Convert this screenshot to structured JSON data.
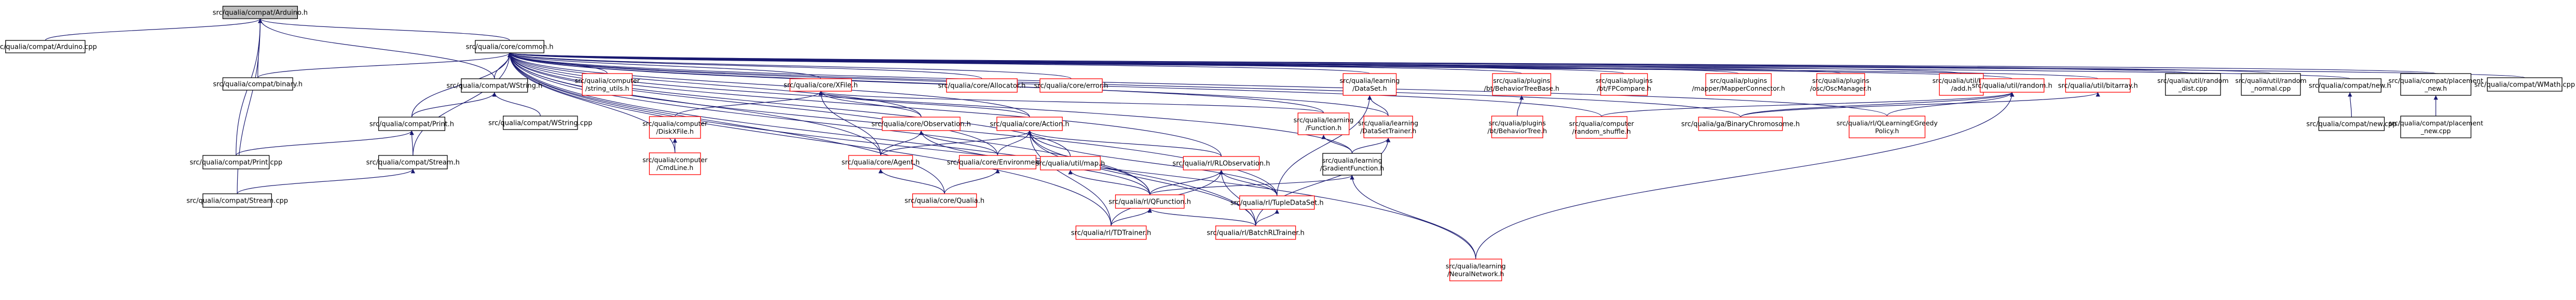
{
  "diagram": {
    "root": "src/qualia/compat/Arduino.h",
    "colors": {
      "edge": "#191970",
      "normal_border": "#000000",
      "truncated_border": "#ff0000",
      "root_fill": "#bfbfbf",
      "fill": "#ffffff"
    },
    "nodes": [
      {
        "id": "arduino_h",
        "label": "src/qualia/compat/Arduino.h",
        "kind": "root"
      },
      {
        "id": "arduino_cpp",
        "label": "src/qualia/compat/Arduino.cpp",
        "kind": "normal"
      },
      {
        "id": "common_h",
        "label": "src/qualia/core/common.h",
        "kind": "normal"
      },
      {
        "id": "binary_h",
        "label": "src/qualia/compat/binary.h",
        "kind": "normal"
      },
      {
        "id": "wstring_h",
        "label": "src/qualia/compat/WString.h",
        "kind": "normal"
      },
      {
        "id": "string_utils_h",
        "label": "src/qualia/computer\n/string_utils.h",
        "kind": "truncated"
      },
      {
        "id": "xfile_h",
        "label": "src/qualia/core/XFile.h",
        "kind": "truncated"
      },
      {
        "id": "allocator_h",
        "label": "src/qualia/core/Allocator.h",
        "kind": "truncated"
      },
      {
        "id": "error_h",
        "label": "src/qualia/core/error.h",
        "kind": "truncated"
      },
      {
        "id": "dataset_h",
        "label": "src/qualia/learning\n/DataSet.h",
        "kind": "truncated"
      },
      {
        "id": "bt_treebase_h",
        "label": "src/qualia/plugins\n/bt/BehaviorTreeBase.h",
        "kind": "truncated"
      },
      {
        "id": "fpcompare_h",
        "label": "src/qualia/plugins\n/bt/FPCompare.h",
        "kind": "truncated"
      },
      {
        "id": "mapper_h",
        "label": "src/qualia/plugins\n/mapper/MapperConnector.h",
        "kind": "truncated"
      },
      {
        "id": "oscmanager_h",
        "label": "src/qualia/plugins\n/osc/OscManager.h",
        "kind": "truncated"
      },
      {
        "id": "add_h",
        "label": "src/qualia/util/bits\n/add.h",
        "kind": "truncated"
      },
      {
        "id": "random_h",
        "label": "src/qualia/util/random.h",
        "kind": "truncated"
      },
      {
        "id": "bitarray_h",
        "label": "src/qualia/util/bitarray.h",
        "kind": "truncated"
      },
      {
        "id": "random_dist_cpp",
        "label": "src/qualia/util/random\n_dist.cpp",
        "kind": "normal"
      },
      {
        "id": "random_normal_cpp",
        "label": "src/qualia/util/random\n_normal.cpp",
        "kind": "normal"
      },
      {
        "id": "new_h",
        "label": "src/qualia/compat/new.h",
        "kind": "normal"
      },
      {
        "id": "placement_new_h",
        "label": "src/qualia/compat/placement\n_new.h",
        "kind": "normal"
      },
      {
        "id": "wmath_cpp",
        "label": "src/qualia/compat/WMath.cpp",
        "kind": "normal"
      },
      {
        "id": "wstring_cpp",
        "label": "src/qualia/compat/WString.cpp",
        "kind": "normal"
      },
      {
        "id": "print_h",
        "label": "src/qualia/compat/Print.h",
        "kind": "normal"
      },
      {
        "id": "print_cpp",
        "label": "src/qualia/compat/Print.cpp",
        "kind": "normal"
      },
      {
        "id": "stream_h",
        "label": "src/qualia/compat/Stream.h",
        "kind": "normal"
      },
      {
        "id": "stream_cpp",
        "label": "src/qualia/compat/Stream.cpp",
        "kind": "normal"
      },
      {
        "id": "cmdline_h",
        "label": "src/qualia/computer\n/CmdLine.h",
        "kind": "truncated"
      },
      {
        "id": "diskxfile_h",
        "label": "src/qualia/computer\n/DiskXFile.h",
        "kind": "truncated"
      },
      {
        "id": "observation_h",
        "label": "src/qualia/core/Observation.h",
        "kind": "truncated"
      },
      {
        "id": "action_h",
        "label": "src/qualia/core/Action.h",
        "kind": "truncated"
      },
      {
        "id": "agent_h",
        "label": "src/qualia/core/Agent.h",
        "kind": "truncated"
      },
      {
        "id": "environment_h",
        "label": "src/qualia/core/Environment.h",
        "kind": "truncated"
      },
      {
        "id": "qualia_h",
        "label": "src/qualia/core/Qualia.h",
        "kind": "truncated"
      },
      {
        "id": "function_h",
        "label": "src/qualia/learning\n/Function.h",
        "kind": "truncated"
      },
      {
        "id": "datasettrainer_h",
        "label": "src/qualia/learning\n/DataSetTrainer.h",
        "kind": "truncated"
      },
      {
        "id": "bt_tree_h",
        "label": "src/qualia/plugins\n/bt/BehaviorTree.h",
        "kind": "truncated"
      },
      {
        "id": "gradientfunction_h",
        "label": "src/qualia/learning\n/GradientFunction.h",
        "kind": "normal"
      },
      {
        "id": "neuralnetwork_h",
        "label": "src/qualia/learning\n/NeuralNetwork.h",
        "kind": "truncated"
      },
      {
        "id": "rlobservation_h",
        "label": "src/qualia/rl/RLObservation.h",
        "kind": "truncated"
      },
      {
        "id": "qfunction_h",
        "label": "src/qualia/rl/QFunction.h",
        "kind": "truncated"
      },
      {
        "id": "tupledataset_h",
        "label": "src/qualia/rl/TupleDataSet.h",
        "kind": "truncated"
      },
      {
        "id": "tdtrainer_h",
        "label": "src/qualia/rl/TDTrainer.h",
        "kind": "truncated"
      },
      {
        "id": "batchrltrainer_h",
        "label": "src/qualia/rl/BatchRLTrainer.h",
        "kind": "truncated"
      },
      {
        "id": "rlmap_h",
        "label": "src/qualia/util/map.h",
        "kind": "truncated"
      },
      {
        "id": "random_shuffle_h",
        "label": "src/qualia/computer\n/random_shuffle.h",
        "kind": "truncated"
      },
      {
        "id": "binarychromosome_h",
        "label": "src/qualia/ga/BinaryChromosome.h",
        "kind": "truncated"
      },
      {
        "id": "qlearning_h",
        "label": "src/qualia/rl/QLearningEGreedy\nPolicy.h",
        "kind": "truncated"
      },
      {
        "id": "new_cpp",
        "label": "src/qualia/compat/new.cpp",
        "kind": "normal"
      },
      {
        "id": "placement_new_cpp",
        "label": "src/qualia/compat/placement\n_new.cpp",
        "kind": "normal"
      }
    ]
  }
}
